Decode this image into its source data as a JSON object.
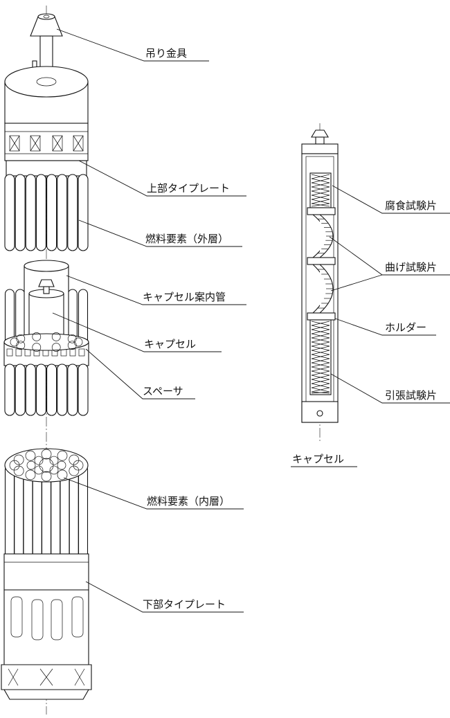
{
  "labels": {
    "lifting_fixture": "吊り金具",
    "upper_tie_plate": "上部タイプレート",
    "fuel_element_outer": "燃料要素（外層）",
    "capsule_guide_tube": "キャプセル案内管",
    "capsule_left": "キャプセル",
    "spacer": "スペーサ",
    "fuel_element_inner": "燃料要素（内層）",
    "lower_tie_plate": "下部タイプレート",
    "corrosion_specimen": "腐食試験片",
    "bending_specimen": "曲げ試験片",
    "holder": "ホルダー",
    "tensile_specimen": "引張試験片",
    "capsule_right": "キャプセル"
  }
}
